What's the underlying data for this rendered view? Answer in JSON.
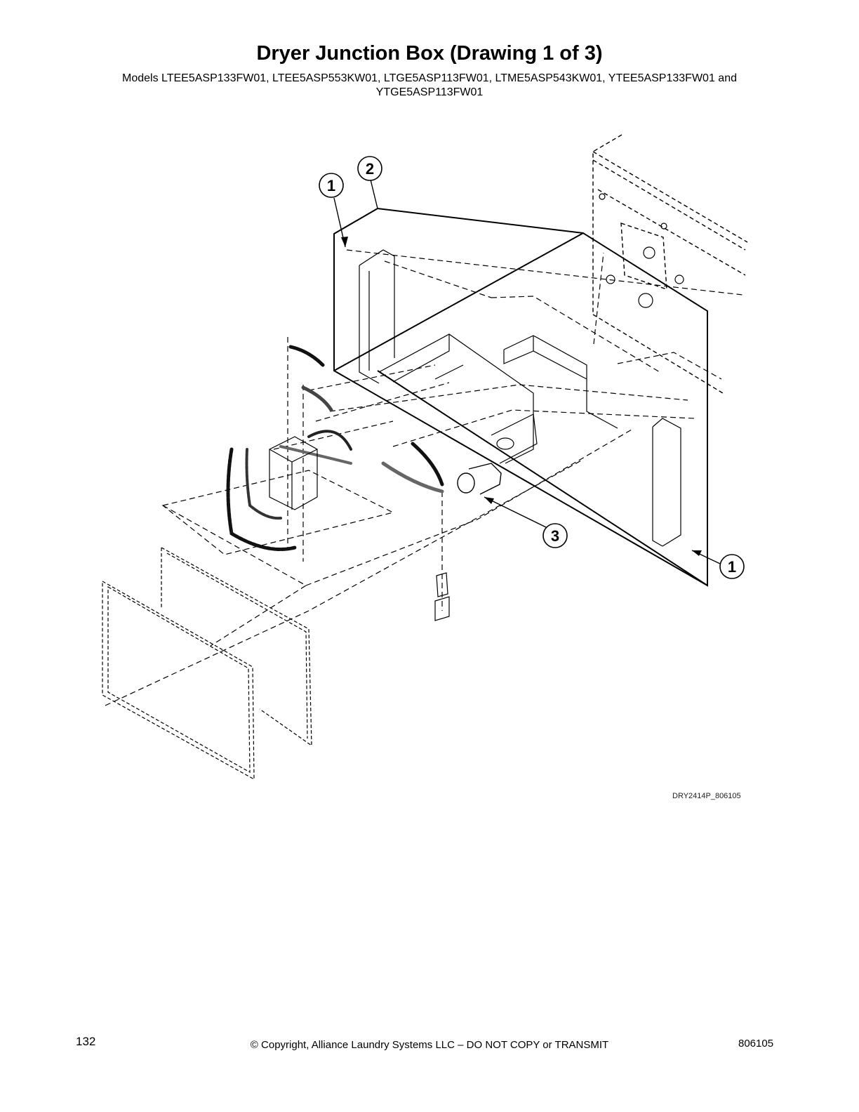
{
  "header": {
    "title": "Dryer Junction Box (Drawing 1 of 3)",
    "models_line1": "Models LTEE5ASP133FW01, LTEE5ASP553KW01, LTGE5ASP113FW01, LTME5ASP543KW01, YTEE5ASP133FW01 and",
    "models_line2": "YTGE5ASP113FW01"
  },
  "diagram": {
    "callouts": [
      {
        "label": "1"
      },
      {
        "label": "2"
      },
      {
        "label": "3"
      },
      {
        "label": "1"
      }
    ],
    "figure_code": "DRY2414P_806105"
  },
  "footer": {
    "page_number": "132",
    "copyright": "© Copyright, Alliance Laundry Systems LLC – DO NOT COPY or TRANSMIT",
    "document_number": "806105"
  }
}
